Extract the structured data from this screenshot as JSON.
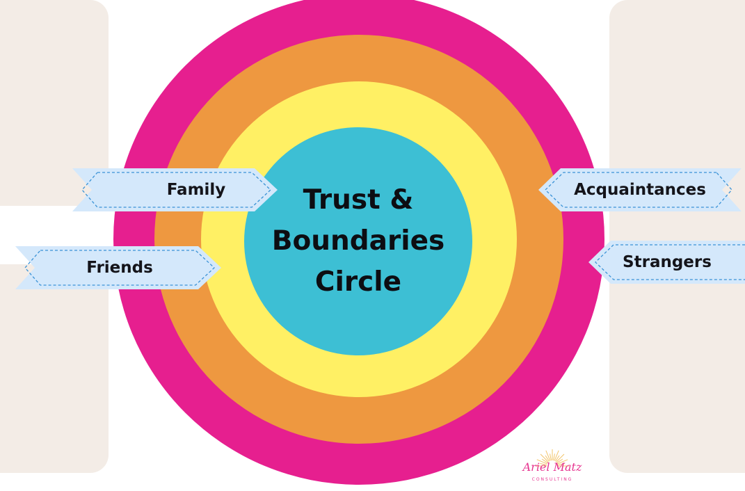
{
  "title": {
    "line1": "Trust &",
    "line2": "Boundaries",
    "line3": "Circle"
  },
  "labels": {
    "family": "Family",
    "friends": "Friends",
    "acquaintances": "Acquaintances",
    "strangers": "Strangers"
  },
  "logo": {
    "script": "Ariel Matz",
    "subtitle": "CONSULTING"
  },
  "colors": {
    "background_panel": "#f3ece6",
    "ring_strangers": "#e61f8f",
    "ring_acquaintances": "#ee9840",
    "ring_friends": "#fff064",
    "ring_family": "#3dbfd4",
    "banner_fill": "#d4e8fb",
    "banner_stitch": "#3a92d6",
    "logo_accent": "#e6338f",
    "logo_rays": "#f2c46a"
  }
}
